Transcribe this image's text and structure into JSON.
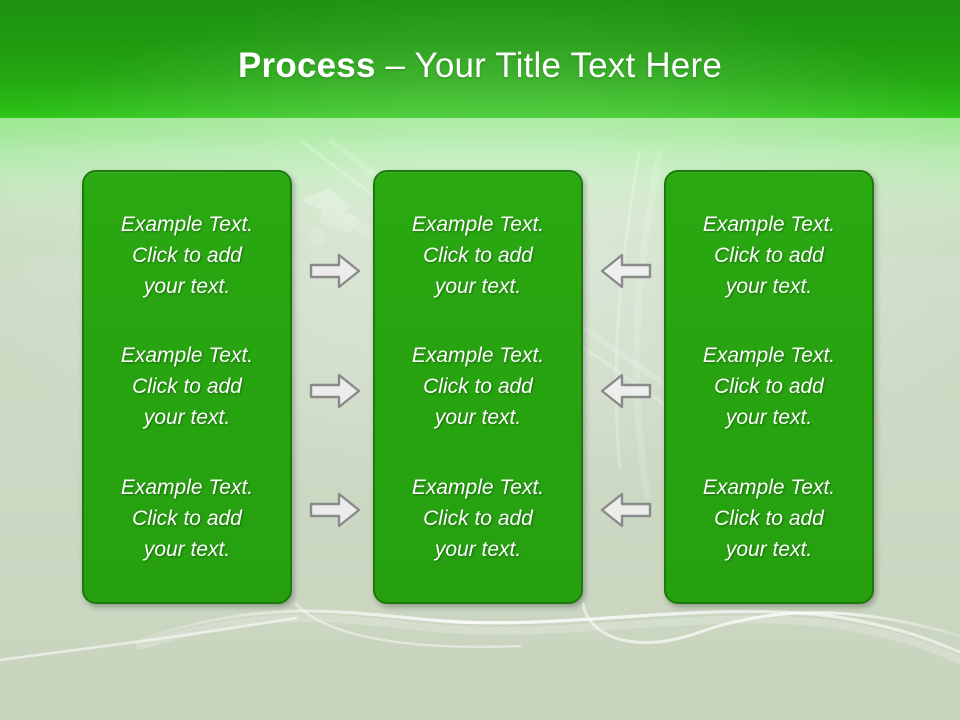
{
  "slide": {
    "title": {
      "strong": "Process",
      "rest": " – Your Title Text Here"
    },
    "colors": {
      "banner_top": "#1d9210",
      "banner_bright": "#2bc016",
      "background": "#c9d6c0",
      "box_fill": "#28a410",
      "box_border": "#1c7a0b",
      "text": "#ffffff",
      "arrow_fill": "#ececec",
      "arrow_border": "#8a8a8a"
    }
  },
  "columns": [
    {
      "name": "left-column",
      "cells": [
        {
          "line1": "Example Text.",
          "line2": "Click  to add",
          "line3": "your text."
        },
        {
          "line1": "Example Text.",
          "line2": "Click  to add",
          "line3": "your text."
        },
        {
          "line1": "Example Text.",
          "line2": "Click  to add",
          "line3": "your text."
        }
      ]
    },
    {
      "name": "middle-column",
      "cells": [
        {
          "line1": "Example Text.",
          "line2": "Click  to add",
          "line3": "your text."
        },
        {
          "line1": "Example Text.",
          "line2": "Click  to add",
          "line3": "your text."
        },
        {
          "line1": "Example Text.",
          "line2": "Click  to add",
          "line3": "your text."
        }
      ]
    },
    {
      "name": "right-column",
      "cells": [
        {
          "line1": "Example Text.",
          "line2": "Click  to add",
          "line3": "your text."
        },
        {
          "line1": "Example Text.",
          "line2": "Click  to add",
          "line3": "your text."
        },
        {
          "line1": "Example Text.",
          "line2": "Click  to add",
          "line3": "your text."
        }
      ]
    }
  ],
  "arrows": {
    "right_pointing": [
      {
        "name": "arrow-right-row1"
      },
      {
        "name": "arrow-right-row2"
      },
      {
        "name": "arrow-right-row3"
      }
    ],
    "left_pointing": [
      {
        "name": "arrow-left-row1"
      },
      {
        "name": "arrow-left-row2"
      },
      {
        "name": "arrow-left-row3"
      }
    ]
  }
}
